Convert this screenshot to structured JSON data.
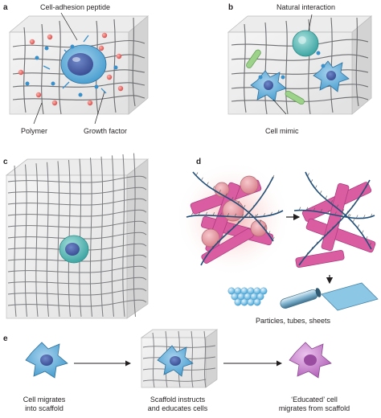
{
  "panels": {
    "a": "a",
    "b": "b",
    "c": "c",
    "d": "d",
    "e": "e"
  },
  "labels": {
    "cell_adhesion_peptide": "Cell-adhesion peptide",
    "polymer": "Polymer",
    "growth_factor": "Growth factor",
    "natural_interaction": "Natural interaction",
    "cell_mimic": "Cell mimic",
    "particles_tubes_sheets": "Particles, tubes, sheets",
    "cell_migrates_line1": "Cell migrates",
    "cell_migrates_line2": "into scaffold",
    "scaffold_instructs_line1": "Scaffold instructs",
    "scaffold_instructs_line2": "and educates cells",
    "educated_line1": "‘Educated’ cell",
    "educated_line2": "migrates from scaffold"
  },
  "colors": {
    "cell_blue": "#4a9fd0",
    "cell_teal": "#4fb3b0",
    "growth_factor_red": "#e06060",
    "peptide_blue": "#3a8fc8",
    "fiber_pink": "#d9559e",
    "cell_pink": "#e59aa3",
    "educated_purple": "#c27ac7",
    "mesh_gray": "#6d6e71",
    "box_gray": "#d9d9d9"
  }
}
